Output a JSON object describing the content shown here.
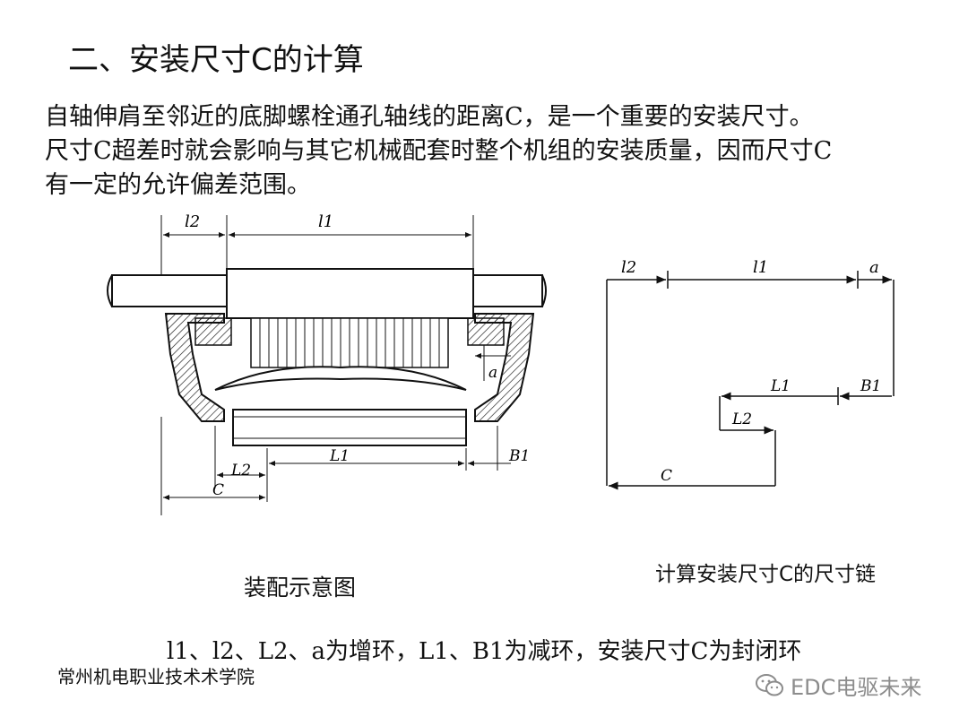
{
  "title": "二、安装尺寸C的计算",
  "paragraph": [
    "自轴伸肩至邻近的底脚螺栓通孔轴线的距离C，是一个重要的安装尺寸。",
    "尺寸C超差时就会影响与其它机械配套时整个机组的安装质量，因而尺寸C",
    "有一定的允许偏差范围。"
  ],
  "assembly_diagram": {
    "labels": {
      "l2": "l2",
      "l1": "l1",
      "a": "a",
      "L2": "L2",
      "L1": "L1",
      "B1": "B1",
      "C": "C"
    },
    "caption": "装配示意图"
  },
  "chain_diagram": {
    "labels": {
      "l2": "l2",
      "l1": "l1",
      "a": "a",
      "L1": "L1",
      "B1": "B1",
      "L2": "L2",
      "C": "C"
    },
    "caption": "计算安装尺寸C的尺寸链"
  },
  "bottom_text": "l1、l2、L2、a为增环，L1、B1为减环，安装尺寸C为封闭环",
  "school": "常州机电职业技术术学院",
  "watermark": {
    "icon": "wechat-icon",
    "text": "EDC电驱未来"
  }
}
